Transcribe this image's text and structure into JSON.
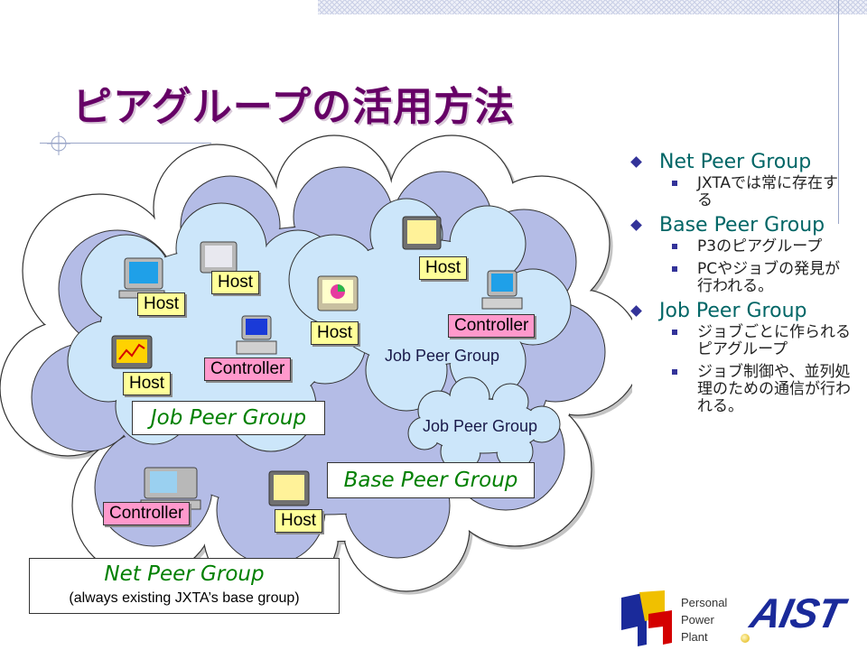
{
  "title": "ピアグループの活用方法",
  "diagram": {
    "net_group_label": "Net Peer Group",
    "net_group_sublabel": "(always existing JXTA’s base group)",
    "base_group_label": "Base Peer Group",
    "job_group_label_left": "Job Peer Group",
    "job_group_label_right": "Job Peer Group",
    "job_group_label_small": "Job Peer Group",
    "hosts": [
      "Host",
      "Host",
      "Host",
      "Host",
      "Host",
      "Host"
    ],
    "controllers": [
      "Controller",
      "Controller",
      "Controller"
    ]
  },
  "bullets": [
    {
      "label": "Net Peer Group",
      "subs": [
        "JXTAでは常に存在する"
      ]
    },
    {
      "label": "Base Peer Group",
      "subs": [
        "P3のピアグループ",
        "PCやジョブの発見が行われる。"
      ]
    },
    {
      "label": "Job Peer Group",
      "subs": [
        "ジョブごとに作られるピアグループ",
        "ジョブ制御や、並列処理のための通信が行われる。"
      ]
    }
  ],
  "logo": {
    "lines": [
      "Personal",
      "Power",
      "Plant"
    ],
    "brand": "AIST"
  },
  "colors": {
    "title": "#660066",
    "bullet_text": "#006666",
    "outer_cloud": "#b4bce6",
    "inner_cloud": "#cce6fa",
    "host": "#ffff99",
    "controller": "#ff99cc"
  }
}
